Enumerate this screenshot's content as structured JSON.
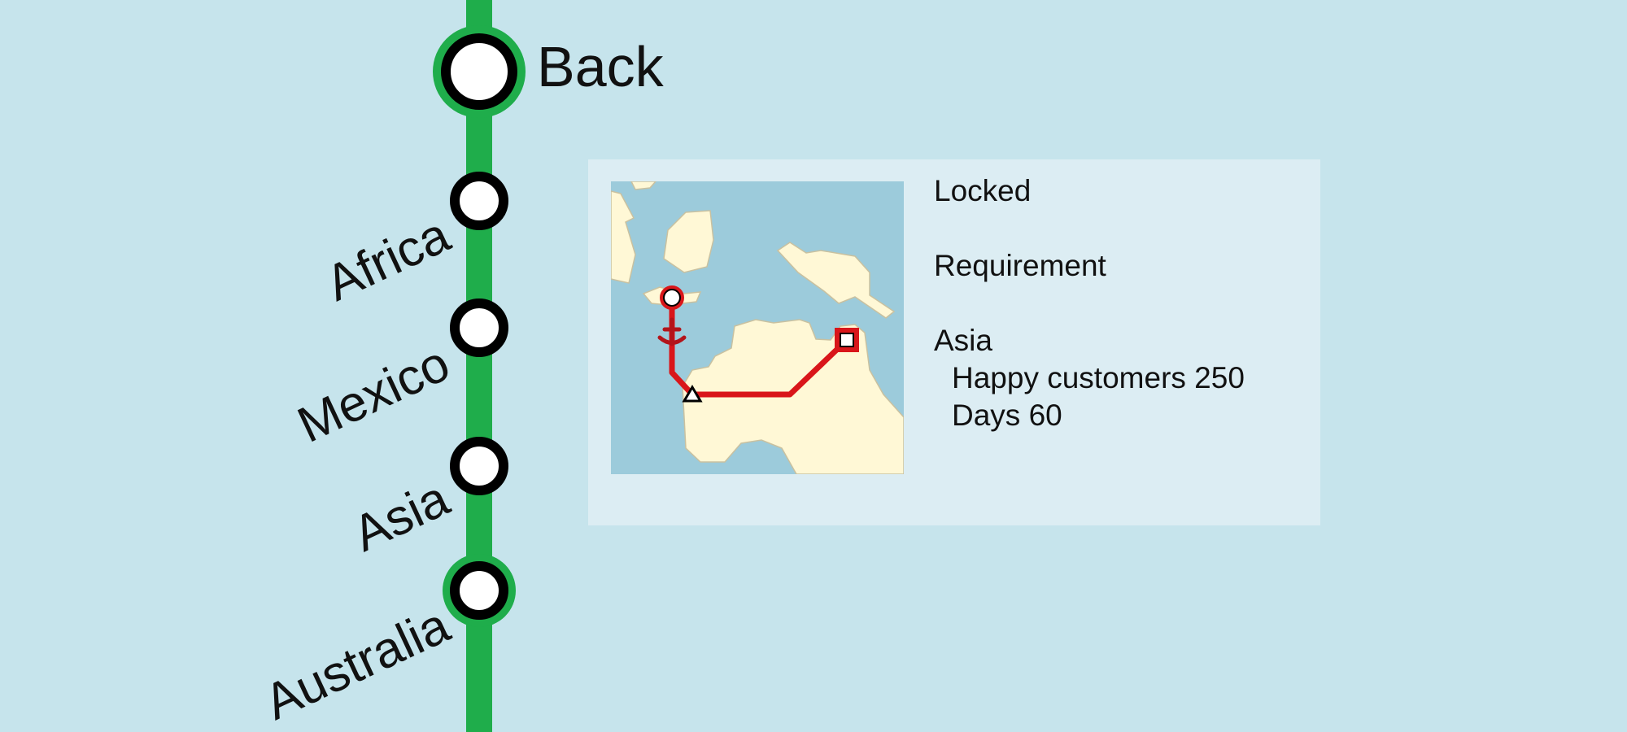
{
  "stations": {
    "back_label": "Back",
    "items": [
      {
        "label": "Africa"
      },
      {
        "label": "Mexico"
      },
      {
        "label": "Asia"
      },
      {
        "label": "Australia"
      }
    ]
  },
  "panel": {
    "status": "Locked",
    "requirement_label": "Requirement",
    "region": "Asia",
    "requirements": [
      {
        "name": "Happy customers",
        "value": "250"
      },
      {
        "name": "Days",
        "value": "60"
      }
    ]
  },
  "colors": {
    "background": "#c6e4ec",
    "line": "#1fad4b",
    "panel": "#dcedf3",
    "water": "#9ccbdb",
    "land": "#fff8d6",
    "route": "#d9161a"
  },
  "icons": {
    "route_start": "circle-station-icon",
    "route_mid": "triangle-station-icon",
    "route_end": "square-station-icon",
    "ship": "anchor-icon"
  }
}
